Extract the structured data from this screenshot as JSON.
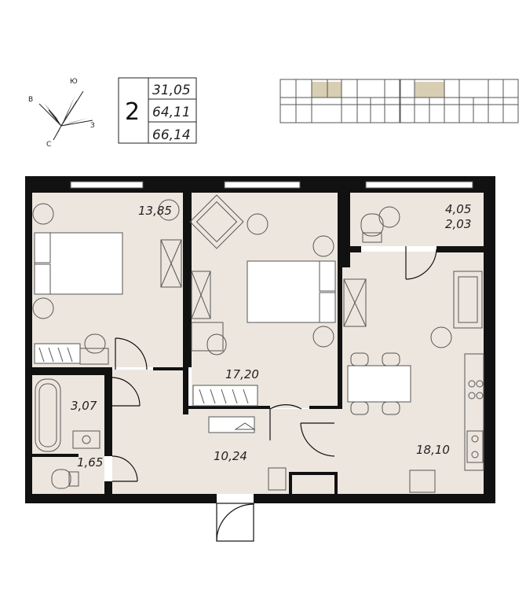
{
  "compass": {
    "north": "Ю",
    "east": "З",
    "south": "С",
    "west": "В"
  },
  "summary": {
    "rooms": "2",
    "areas": [
      "31,05",
      "64,11",
      "66,14"
    ]
  },
  "rooms": {
    "bedroom_left": "13,85",
    "bedroom_middle": "17,20",
    "balcony_top": "4,05",
    "balcony_bottom": "2,03",
    "bathroom": "3,07",
    "toilet": "1,65",
    "hallway": "10,24",
    "kitchen_living": "18,10"
  },
  "colors": {
    "floor": "#ede6df",
    "wall": "#111111",
    "furniture_stroke": "#555555",
    "keyplan_highlight": "#d8ceb4"
  }
}
